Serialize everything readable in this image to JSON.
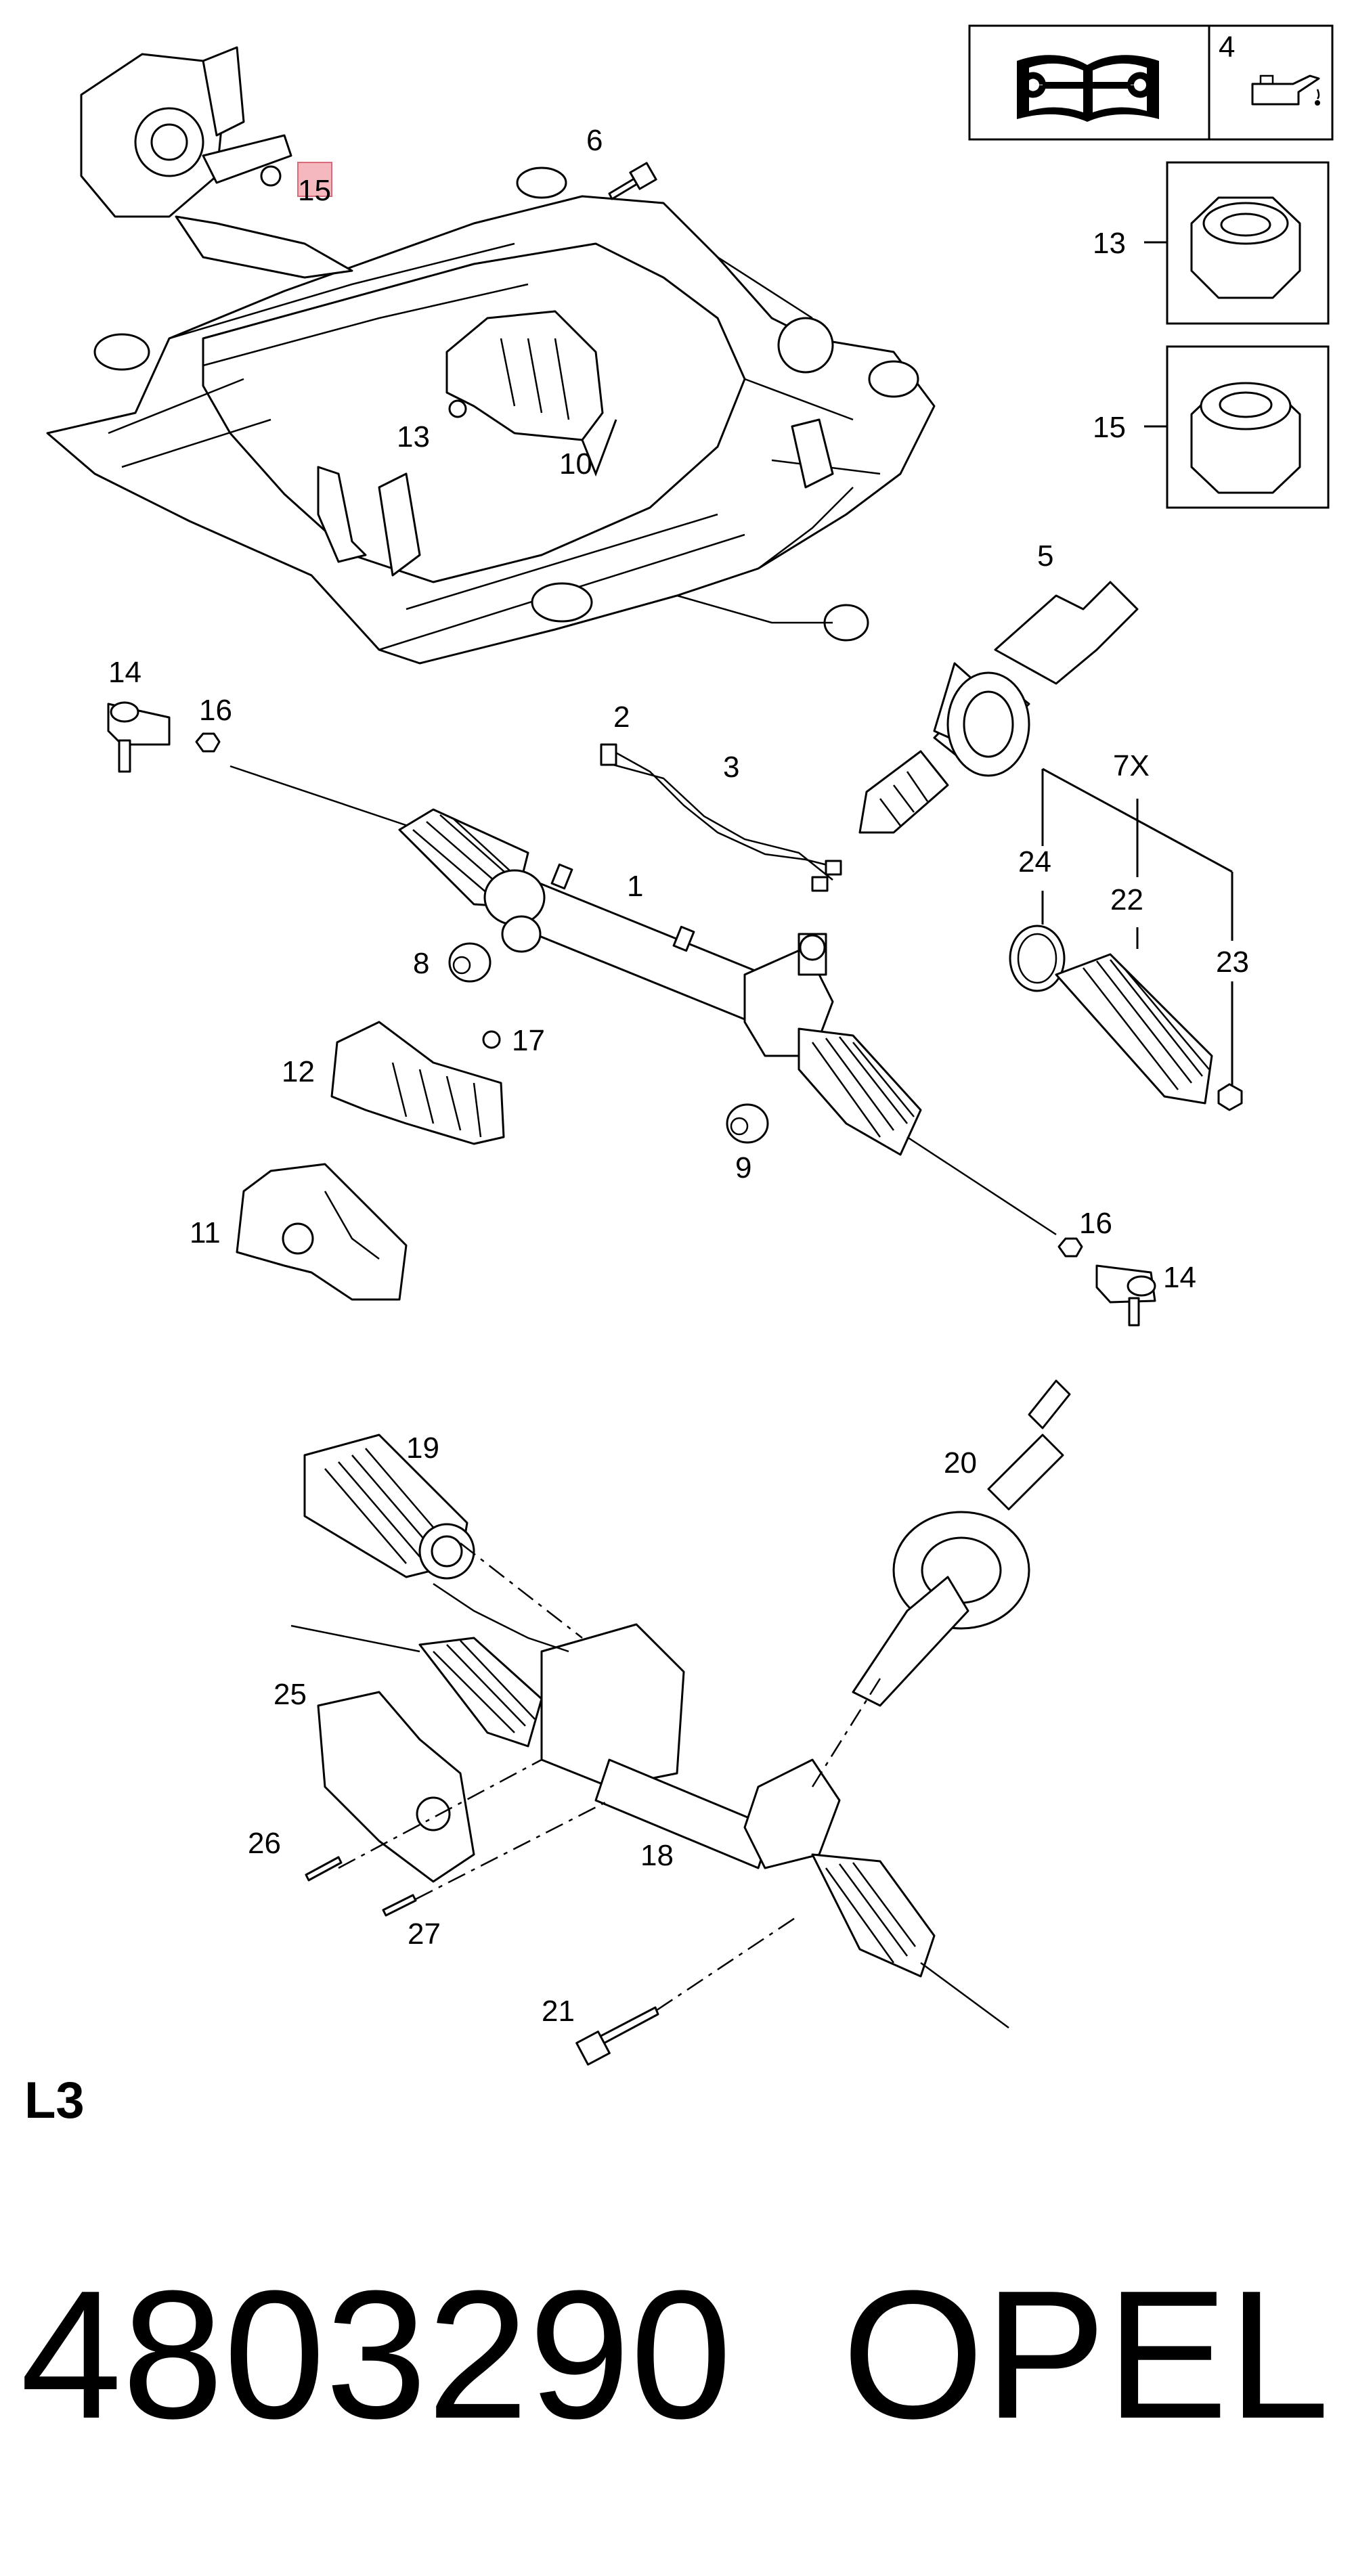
{
  "callouts": {
    "c1": "1",
    "c2": "2",
    "c3": "3",
    "c4": "4",
    "c5": "5",
    "c6": "6",
    "c7x": "7X",
    "c8": "8",
    "c9": "9",
    "c10": "10",
    "c11": "11",
    "c12": "12",
    "c13_box": "13",
    "c13_frame": "13",
    "c14_left": "14",
    "c14_right": "14",
    "c15_box": "15",
    "c15_top": "15",
    "c16_left": "16",
    "c16_right": "16",
    "c17": "17",
    "c18": "18",
    "c19": "19",
    "c20": "20",
    "c21": "21",
    "c22": "22",
    "c23": "23",
    "c24": "24",
    "c25": "25",
    "c26": "26",
    "c27": "27"
  },
  "code_label": "L3",
  "part_number": "4803290",
  "brand": "OPEL",
  "colors": {
    "line": "#000000",
    "background": "#ffffff",
    "highlight": "#f4b8be"
  },
  "icons": [
    "manual-wrench-icon",
    "oil-can-icon"
  ]
}
